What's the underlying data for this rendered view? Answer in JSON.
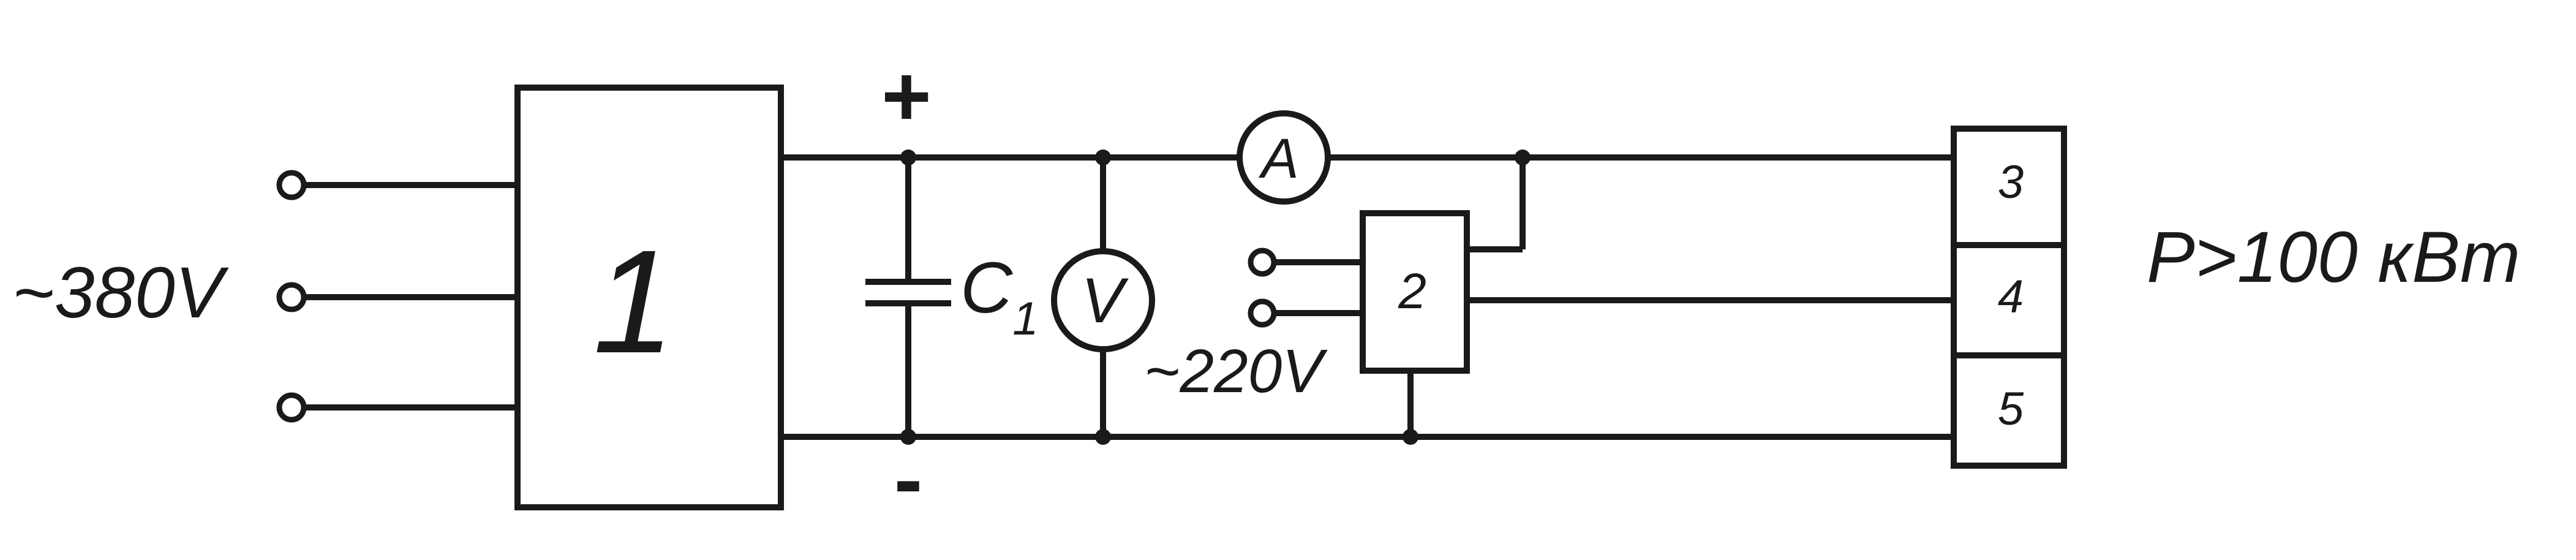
{
  "input_voltage_label": "~380V",
  "converter_label": "1",
  "polarity": {
    "plus": "+",
    "minus": "-"
  },
  "capacitor": {
    "letter": "C",
    "subscript": "1"
  },
  "voltmeter_label": "V",
  "ammeter_label": "A",
  "controller_label": "2",
  "aux_voltage_label": "~220V",
  "terminals": [
    "3",
    "4",
    "5"
  ],
  "power_label": "P>100 кВт"
}
